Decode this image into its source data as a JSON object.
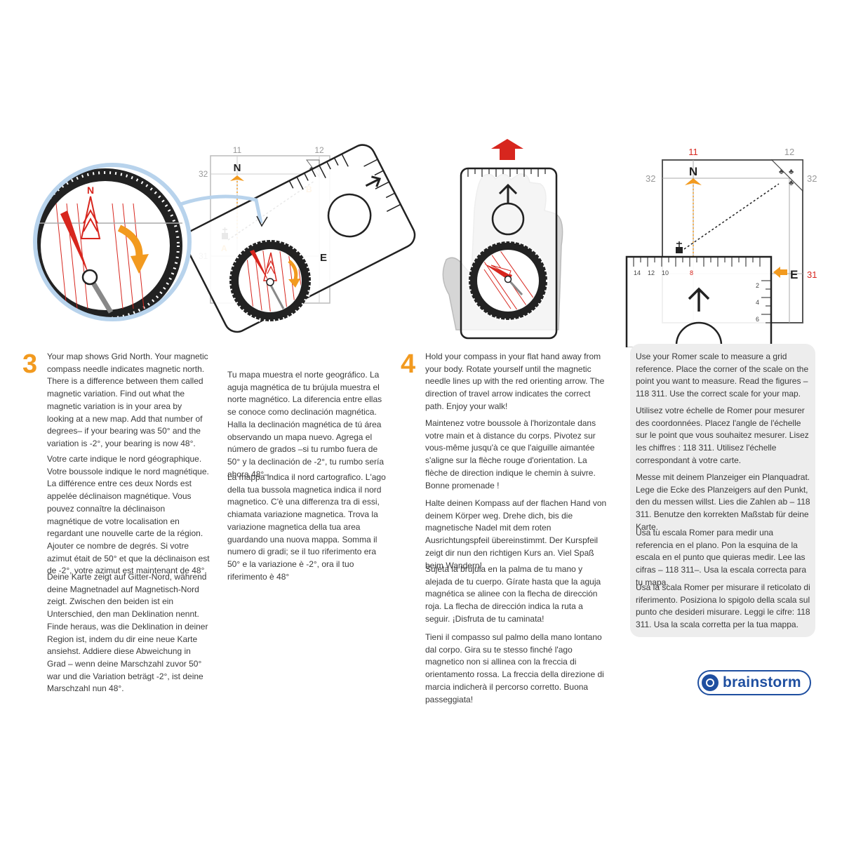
{
  "colors": {
    "accent_orange": "#f29a1f",
    "compass_red": "#d7261e",
    "logo_blue": "#1f4fa0",
    "panel_gray": "#ededed"
  },
  "figure3": {
    "grid_labels": [
      "11",
      "12",
      "32",
      "31"
    ],
    "north_label": "N",
    "point_a": "A",
    "point_b": "B",
    "east_label": "E"
  },
  "figure4b": {
    "grid_labels": [
      "11",
      "12",
      "32",
      "32",
      "31"
    ],
    "north_label": "N",
    "east_label": "E",
    "scale_ticks": [
      "14",
      "12",
      "10",
      "8",
      "2",
      "4",
      "6"
    ]
  },
  "step3": {
    "number": "3",
    "en": "Your map shows Grid North. Your magnetic compass needle indicates magnetic north. There is a difference between them called magnetic variation. Find out what the magnetic variation is in your area by looking at a new map. Add that number of degrees– if your bearing was 50° and the variation is -2°, your bearing is now 48°.",
    "fr": "Votre carte indique le nord géographique. Votre boussole indique le nord magnétique. La différence entre ces deux Nords est appelée déclinaison magnétique. Vous pouvez connaître la déclinaison magnétique de votre localisation en regardant une nouvelle carte de la région. Ajouter ce nombre de degrés. Si votre azimut était de 50° et que la déclinaison est de -2°, votre azimut est maintenant de 48°.",
    "de": "Deine Karte zeigt auf Gitter-Nord, während deine Magnetnadel auf Magnetisch-Nord zeigt. Zwischen den beiden ist ein Unterschied, den man Deklination nennt. Finde heraus, was die Deklination in deiner Region ist, indem du dir eine neue Karte ansiehst. Addiere diese Abweichung in Grad – wenn deine Marschzahl zuvor 50° war und die Variation beträgt -2°, ist deine Marschzahl nun 48°.",
    "es": "Tu mapa muestra el norte geográfico. La aguja magnética de tu brújula muestra el norte magnético. La diferencia entre ellas se conoce como declinación magnética. Halla la declinación magnética de tú área observando un mapa nuevo. Agrega el número de grados –si tu rumbo fuera de 50° y la declinación de -2°, tu rumbo sería ahora 48°–.",
    "it": "La mappa indica il nord cartografico. L'ago della tua bussola magnetica indica il nord magnetico. C'è una differenza tra di essi, chiamata variazione magnetica. Trova la variazione magnetica della tua area guardando una nuova mappa. Somma il numero di gradi; se il tuo riferimento era 50° e la variazione è -2°, ora il tuo riferimento è 48°"
  },
  "step4": {
    "number": "4",
    "en": "Hold your compass in your flat hand away from your body. Rotate yourself until the magnetic needle lines up with the red orienting arrow. The direction of travel arrow indicates the correct path. Enjoy your walk!",
    "fr": "Maintenez votre boussole à l'horizontale dans votre main et à distance du corps. Pivotez sur vous-même jusqu'à ce que l'aiguille aimantée s'aligne sur la flèche rouge d'orientation. La flèche de direction indique le chemin à suivre. Bonne promenade !",
    "de": "Halte deinen Kompass auf der flachen Hand von deinem Körper weg. Drehe dich, bis die magnetische Nadel mit dem roten Ausrichtungspfeil übereinstimmt. Der Kurspfeil zeigt dir nun den richtigen Kurs an. Viel Spaß beim Wandern!",
    "es": "Sujeta la brújula en la palma de tu mano y alejada de tu cuerpo. Gírate hasta que la aguja magnética se alinee con la flecha de dirección roja. La flecha de dirección indica la ruta a seguir. ¡Disfruta de tu caminata!",
    "it": "Tieni il compasso sul palmo della mano lontano dal corpo. Gira su te stesso finché l'ago magnetico non si allinea con la freccia di orientamento rossa. La freccia della direzione di marcia indicherà il percorso corretto. Buona passeggiata!"
  },
  "romer": {
    "en": "Use your Romer scale to measure a grid reference. Place the corner of the scale on the point you want to measure. Read the figures – 118 311. Use the correct scale for your map.",
    "fr": "Utilisez votre échelle de Romer pour mesurer des coordonnées. Placez l'angle de l'échelle sur le point que vous souhaitez mesurer. Lisez les chiffres : 118 311. Utilisez l'échelle correspondant à votre carte.",
    "de": "Messe mit deinem Planzeiger ein Planquadrat. Lege die Ecke des Planzeigers auf den Punkt, den du messen willst. Lies die Zahlen ab – 118 311. Benutze den korrekten Maßstab für deine Karte.",
    "es": "Usa tu escala Romer para medir una referencia en el plano. Pon la esquina de la escala en el punto que quieras medir. Lee las cifras – 118 311–. Usa la escala correcta para tu mapa.",
    "it": "Usa la scala Romer per misurare il reticolato di riferimento. Posiziona lo spigolo della scala sul punto che desideri misurare. Leggi le cifre: 118 311. Usa la scala corretta per la tua mappa."
  },
  "brand": {
    "name": "brainstorm"
  }
}
